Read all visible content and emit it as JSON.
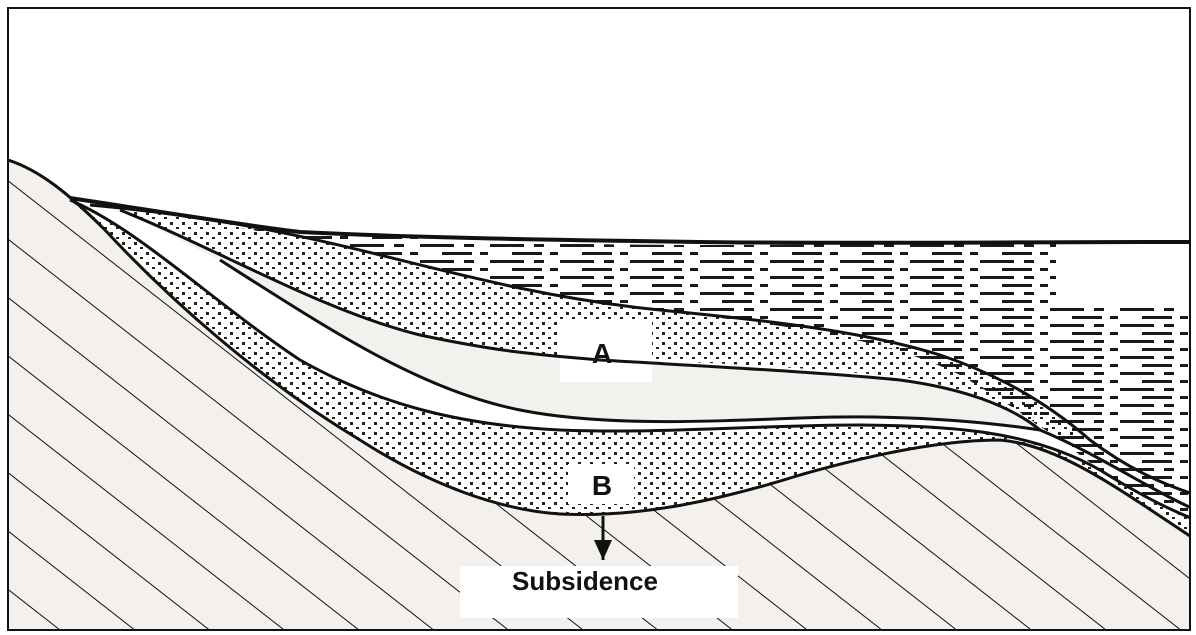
{
  "diagram": {
    "labels": {
      "a": "A",
      "b": "B",
      "subsidence": "Subsidence"
    },
    "colors": {
      "ink": "#111111",
      "paper": "#ffffff",
      "bedrock_fill": "#f4f1ec",
      "dot": "#222222",
      "dash": "#1a1a1a",
      "lens_fill": "#f3f1ee"
    }
  }
}
